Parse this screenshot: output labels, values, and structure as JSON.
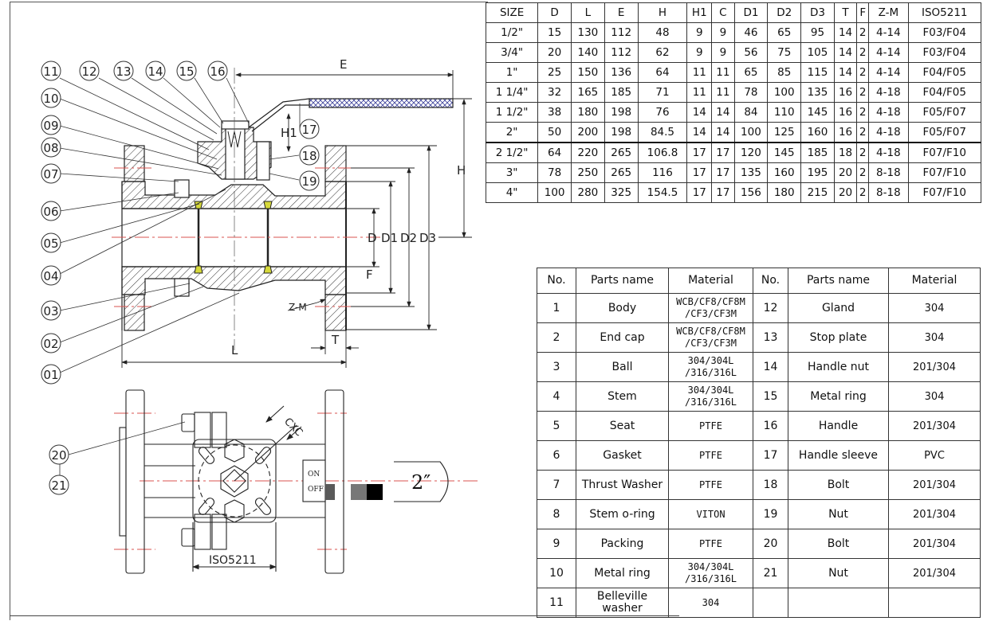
{
  "dimension_table": {
    "headers": [
      "SIZE",
      "D",
      "L",
      "E",
      "H",
      "H1",
      "C",
      "D1",
      "D2",
      "D3",
      "T",
      "F",
      "Z-M",
      "ISO5211"
    ],
    "rows": [
      [
        "1/2\"",
        "15",
        "130",
        "112",
        "48",
        "9",
        "9",
        "46",
        "65",
        "95",
        "14",
        "2",
        "4-14",
        "F03/F04"
      ],
      [
        "3/4\"",
        "20",
        "140",
        "112",
        "62",
        "9",
        "9",
        "56",
        "75",
        "105",
        "14",
        "2",
        "4-14",
        "F03/F04"
      ],
      [
        "1\"",
        "25",
        "150",
        "136",
        "64",
        "11",
        "11",
        "65",
        "85",
        "115",
        "14",
        "2",
        "4-14",
        "F04/F05"
      ],
      [
        "1 1/4\"",
        "32",
        "165",
        "185",
        "71",
        "11",
        "11",
        "78",
        "100",
        "135",
        "16",
        "2",
        "4-18",
        "F04/F05"
      ],
      [
        "1 1/2\"",
        "38",
        "180",
        "198",
        "76",
        "14",
        "14",
        "84",
        "110",
        "145",
        "16",
        "2",
        "4-18",
        "F05/F07"
      ],
      [
        "2\"",
        "50",
        "200",
        "198",
        "84.5",
        "14",
        "14",
        "100",
        "125",
        "160",
        "16",
        "2",
        "4-18",
        "F05/F07"
      ],
      [
        "2 1/2\"",
        "64",
        "220",
        "265",
        "106.8",
        "17",
        "17",
        "120",
        "145",
        "185",
        "18",
        "2",
        "4-18",
        "F07/F10"
      ],
      [
        "3\"",
        "78",
        "250",
        "265",
        "116",
        "17",
        "17",
        "135",
        "160",
        "195",
        "20",
        "2",
        "8-18",
        "F07/F10"
      ],
      [
        "4\"",
        "100",
        "280",
        "325",
        "154.5",
        "17",
        "17",
        "156",
        "180",
        "215",
        "20",
        "2",
        "8-18",
        "F07/F10"
      ]
    ]
  },
  "parts_table": {
    "headers": [
      "No.",
      "Parts name",
      "Material",
      "No.",
      "Parts name",
      "Material"
    ],
    "rows": [
      {
        "no1": "1",
        "name1": "Body",
        "mat1": "WCB/CF8/CF8M\n/CF3/CF3M",
        "no2": "12",
        "name2": "Gland",
        "mat2": "304"
      },
      {
        "no1": "2",
        "name1": "End cap",
        "mat1": "WCB/CF8/CF8M\n/CF3/CF3M",
        "no2": "13",
        "name2": "Stop plate",
        "mat2": "304"
      },
      {
        "no1": "3",
        "name1": "Ball",
        "mat1": "304/304L\n/316/316L",
        "no2": "14",
        "name2": "Handle nut",
        "mat2": "201/304"
      },
      {
        "no1": "4",
        "name1": "Stem",
        "mat1": "304/304L\n/316/316L",
        "no2": "15",
        "name2": "Metal ring",
        "mat2": "304"
      },
      {
        "no1": "5",
        "name1": "Seat",
        "mat1": "PTFE",
        "no2": "16",
        "name2": "Handle",
        "mat2": "201/304"
      },
      {
        "no1": "6",
        "name1": "Gasket",
        "mat1": "PTFE",
        "no2": "17",
        "name2": "Handle sleeve",
        "mat2": "PVC"
      },
      {
        "no1": "7",
        "name1": "Thrust Washer",
        "mat1": "PTFE",
        "no2": "18",
        "name2": "Bolt",
        "mat2": "201/304"
      },
      {
        "no1": "8",
        "name1": "Stem o-ring",
        "mat1": "VITON",
        "no2": "19",
        "name2": "Nut",
        "mat2": "201/304"
      },
      {
        "no1": "9",
        "name1": "Packing",
        "mat1": "PTFE",
        "no2": "20",
        "name2": "Bolt",
        "mat2": "201/304"
      },
      {
        "no1": "10",
        "name1": "Metal ring",
        "mat1": "304/304L\n/316/316L",
        "no2": "21",
        "name2": "Nut",
        "mat2": "201/304"
      },
      {
        "no1": "11",
        "name1": "Belleville washer",
        "mat1": "304",
        "no2": "",
        "name2": "",
        "mat2": ""
      }
    ]
  },
  "drawing": {
    "callouts_left": [
      "11",
      "12",
      "13",
      "14",
      "15",
      "16",
      "10",
      "09",
      "08",
      "07",
      "06",
      "05",
      "04",
      "03",
      "02",
      "01"
    ],
    "callouts_right": [
      "17",
      "18",
      "19"
    ],
    "callouts_bottom": [
      "20",
      "21"
    ],
    "dimension_labels": {
      "E": "E",
      "H": "H",
      "H1": "H1",
      "D": "D",
      "D1": "D1",
      "D2": "D2",
      "D3": "D3",
      "F": "F",
      "ZM": "Z-M",
      "T": "T",
      "L": "L",
      "CXC": "CXC",
      "ISO": "ISO5211"
    },
    "indicator": {
      "on": "ON",
      "off": "OFF"
    },
    "size_tag": "2″",
    "colors": {
      "line": "#222222",
      "centerline": "#d9534f",
      "seat": "#d6d93a",
      "sleeve": "#7a7fc9"
    }
  }
}
